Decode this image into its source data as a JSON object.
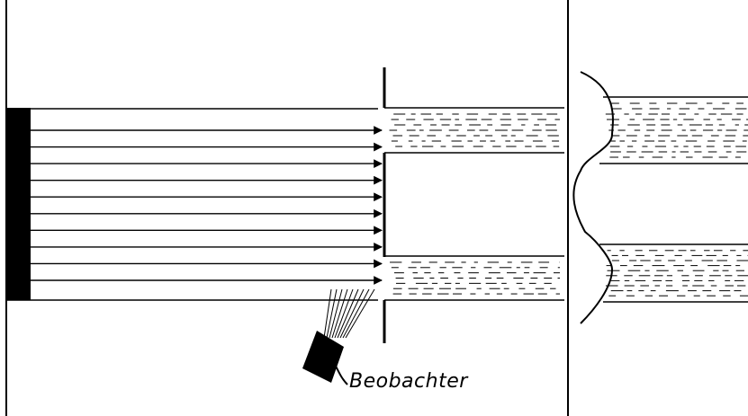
{
  "diagram": {
    "observer_label": "Beobachter",
    "ink_color": "#000000",
    "paper_color": "#ffffff",
    "ray_count": 10,
    "slit_count": 2
  }
}
